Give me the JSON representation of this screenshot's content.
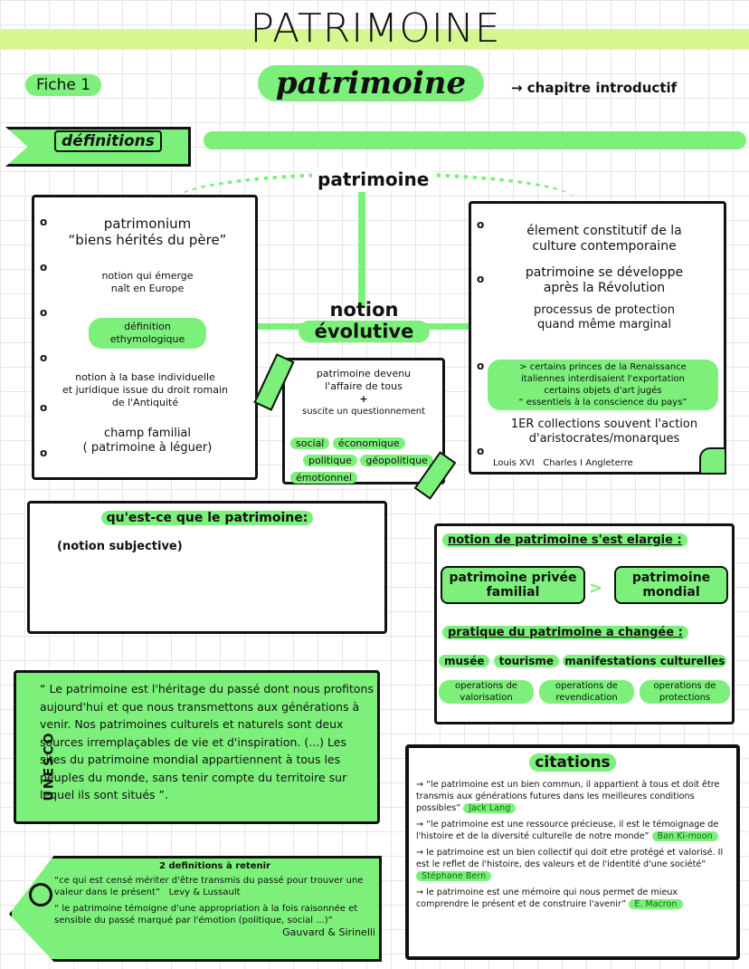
{
  "header": {
    "title": "PATRIMOINE",
    "subtitle": "patrimoine",
    "fiche": "Fiche 1",
    "chapter": "→ chapitre introductif"
  },
  "section": {
    "definitions": "définitions",
    "center": "patrimoine"
  },
  "left_box": {
    "items": [
      "patrimonium",
      "“biens hérités du père”",
      "notion qui émerge",
      "naît en Europe",
      "définition",
      "ethymologique",
      "notion à la base individuelle",
      "et juridique issue du droit romain",
      "de l'Antiquité",
      "champ familial",
      "( patrimoine à léguer)"
    ]
  },
  "center": {
    "title1": "notion",
    "title2": "évolutive",
    "lines": [
      "patrimoine devenu",
      "l'affaire de tous",
      "+",
      "suscite un questionnement"
    ],
    "tags": [
      "social",
      "économique",
      "politique",
      "géopolitique",
      "émotionnel"
    ]
  },
  "right_box": {
    "items": [
      "élement constitutif de la",
      "culture contemporaine",
      "patrimoine se développe",
      "après la Révolution",
      "processus de protection",
      "quand même marginal",
      "> certains princes de la Renaissance",
      "italiennes interdisaient l'exportation",
      "certains objets d'art jugés",
      "“ essentiels à la conscience du pays”",
      "1ER collections souvent l'action",
      "d'aristocrates/monarques",
      "Louis XVI",
      "Charles I Angleterre"
    ]
  },
  "question_box": {
    "title": "qu'est-ce que le patrimoine:",
    "text": "(notion subjective)"
  },
  "enlarged": {
    "title": "notion de patrimoine s'est elargie :",
    "from": "patrimoine privée familial",
    "to": "patrimoine mondial",
    "practice_title": "pratique du patrimoine a changée :",
    "practices": [
      "musée",
      "tourisme",
      "manifestations culturelles"
    ],
    "operations": [
      "operations de valorisation",
      "operations de revendication",
      "operations de protections"
    ]
  },
  "unesco": {
    "label": "UNESCO",
    "quote": "“ Le patrimoine est l'héritage du passé dont nous profitons aujourd'hui et que nous transmettons aux générations à venir. Nos patrimoines culturels et naturels sont deux sources irremplaçables de vie et d'inspiration. (...) Les sites du patrimoine mondial appartiennent à tous les peuples du monde, sans tenir compte du territoire sur lequel ils sont situés ”."
  },
  "citations": {
    "title": "citations",
    "items": [
      {
        "text": "→ “le patrimoine est un bien commun, il appartient à tous et doit être transmis aux générations futures dans les meilleures conditions possibles”",
        "author": "Jack Lang"
      },
      {
        "text": "→ “le patrimoine est une ressource précieuse, il est le témoignage de l'histoire et de la diversité culturelle de notre monde”",
        "author": "Ban Ki-moon"
      },
      {
        "text": "→ le patrimoine est un bien collectif qui doit etre protégé et valorisé. Il est le reflet de l'histoire, des valeurs et de l'identité d'une société”",
        "author": "Stéphane Bern"
      },
      {
        "text": "→ le patrimoine est une mémoire qui nous permet de mieux comprendre le présent et de construire l'avenir”",
        "author": "E. Macron"
      }
    ]
  },
  "tag": {
    "title": "2 definitions à retenir",
    "q1": "“ce qui est censé mériter d'être transmis du passé pour trouver une valeur dans le présent”",
    "a1": "Levy & Lussault",
    "q2": "“ le patrimoine témoigne d'une appropriation à la fois raisonnée et sensible du passé marqué par l'émotion (politique, social ...)”",
    "a2": "Gauvard & Sirinelli"
  },
  "colors": {
    "accent": "#7cf07a",
    "band": "#d6f78e"
  }
}
